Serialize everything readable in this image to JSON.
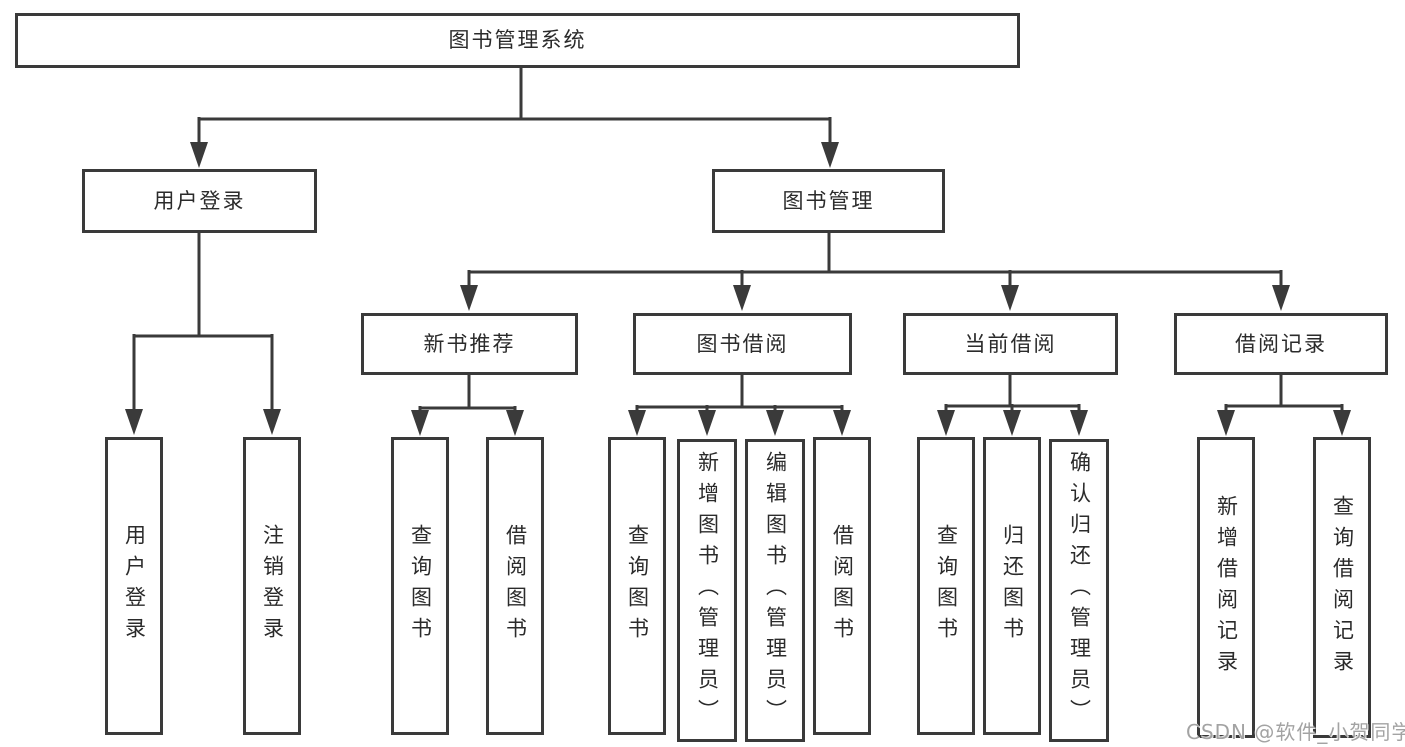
{
  "diagram": {
    "root": {
      "label": "图书管理系统"
    },
    "level2": [
      {
        "label": "用户登录"
      },
      {
        "label": "图书管理"
      }
    ],
    "level3": [
      {
        "label": "新书推荐"
      },
      {
        "label": "图书借阅"
      },
      {
        "label": "当前借阅"
      },
      {
        "label": "借阅记录"
      }
    ],
    "leaves": {
      "user_login": [
        "用户登录",
        "注销登录"
      ],
      "new_book_recommend": [
        "查询图书",
        "借阅图书"
      ],
      "book_borrow": [
        "查询图书",
        "新增图书（管理员）",
        "编辑图书（管理员）",
        "借阅图书"
      ],
      "current_borrow": [
        "查询图书",
        "归还图书",
        "确认归还（管理员）"
      ],
      "borrow_records": [
        "新增借阅记录",
        "查询借阅记录"
      ]
    }
  },
  "watermark": {
    "text": "CSDN @软件_小贺同学"
  },
  "colors": {
    "line": "#3a3a3a",
    "text": "#2b2b2b",
    "background": "#ffffff",
    "watermark": "#a3a3a3"
  }
}
